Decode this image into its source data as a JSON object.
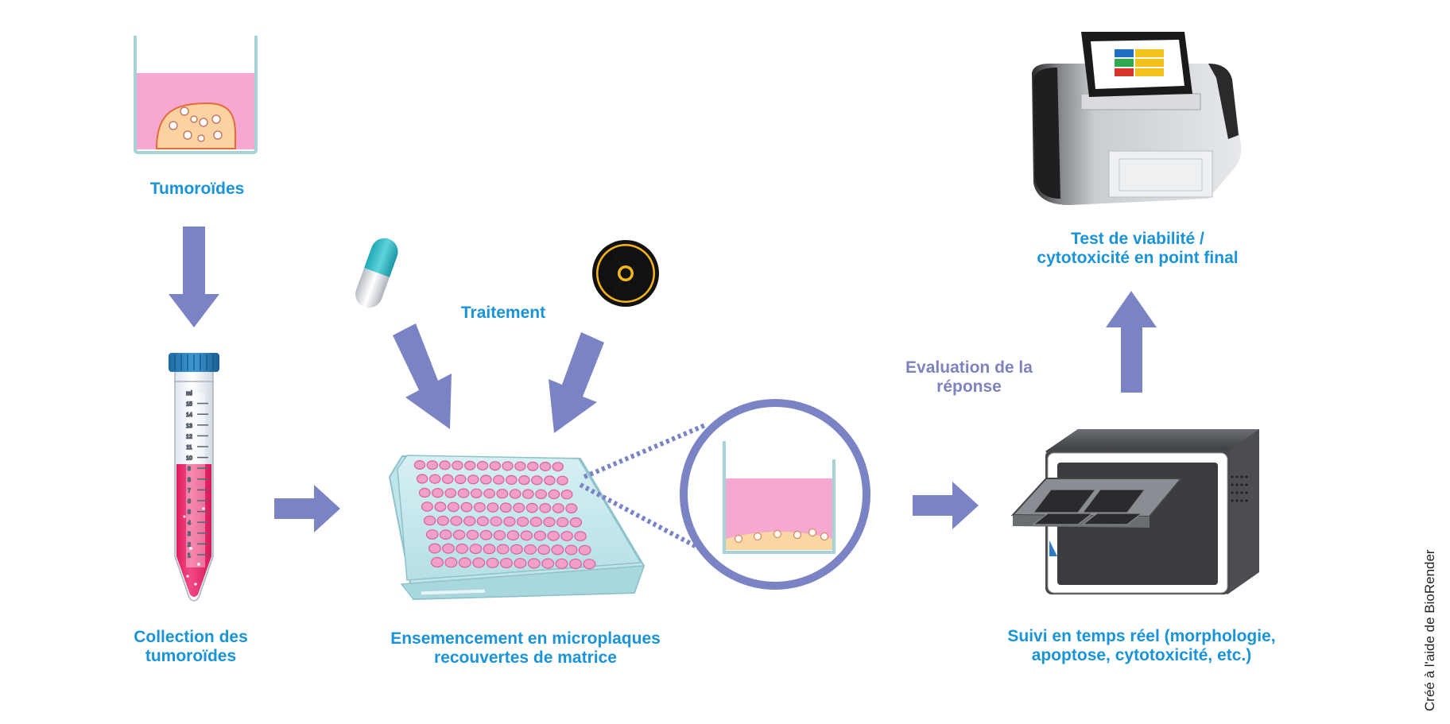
{
  "colors": {
    "label_blue": "#1a93d8",
    "label_purple": "#7f83bd",
    "arrow": "#7a83c4",
    "medium_pink": "#f7a8d0",
    "well_pink": "#e86db0",
    "tube_red": "#ee2d6e",
    "matrix_orange": "#fbd7a4"
  },
  "icons": [
    "dish-with-tumoroid-icon",
    "falcon-tube-icon",
    "capsule-icon",
    "radiation-icon",
    "microplate-icon",
    "magnified-well-icon",
    "live-cell-imager-icon",
    "plate-reader-icon"
  ],
  "labels": {
    "tumoroids": "Tumoroïdes",
    "collection": [
      "Collection des",
      "tumoroïdes"
    ],
    "treatment": "Traitement",
    "seeding": [
      "Ensemencement en microplaques",
      "recouvertes de matrice"
    ],
    "evaluation": [
      "Evaluation de la",
      "réponse"
    ],
    "realtime": [
      "Suivi en temps réel (morphologie,",
      "apoptose, cytotoxicité, etc.)"
    ],
    "endpoint": [
      "Test de viabilité /",
      "cytotoxicité en point final"
    ]
  },
  "tube_scale": [
    "ml",
    "15",
    "14",
    "13",
    "12",
    "11",
    "10",
    "9",
    "8",
    "7",
    "6",
    "5",
    "4",
    "3",
    "2",
    "1"
  ],
  "credit": "Créé à l'aide de BioRender"
}
